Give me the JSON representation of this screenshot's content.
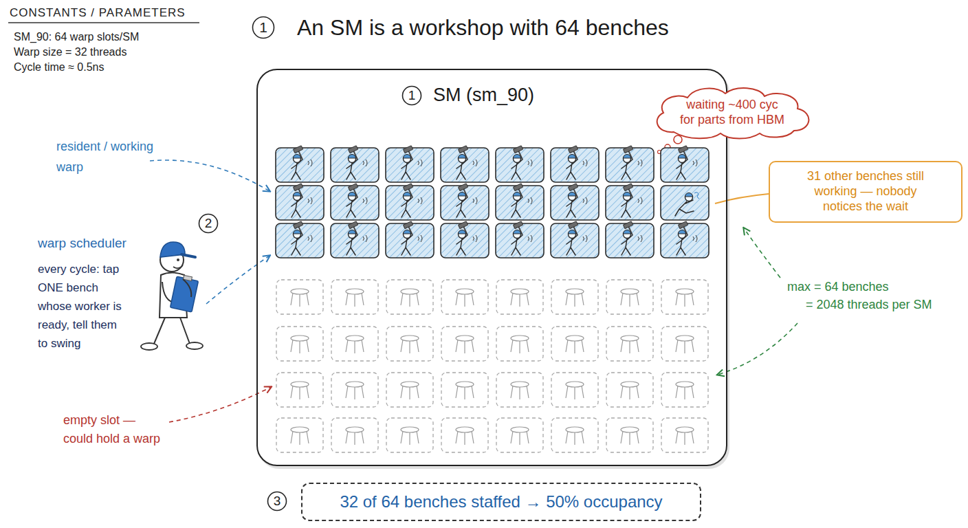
{
  "diagram": {
    "title": "An SM is a workshop with 64 benches",
    "nodes": [
      {
        "text": [
          "1"
        ]
      },
      {
        "text": [
          "SM (sm_90)"
        ]
      },
      {
        "text": [
          "1"
        ],
        "in": 1
      },
      {
        "text": [
          "waiting ~400 cyc for parts from HBM"
        ]
      },
      {
        "text": [
          "31 other benches still working — nobody notices the wait"
        ]
      },
      {
        "text": [
          "2"
        ]
      },
      {
        "text": [
          "3"
        ]
      },
      {
        "text": [
          "32 of 64 benches staffed → 50% occupancy"
        ]
      }
    ],
    "labels": [
      "CONSTANTS / PARAMETERS",
      "SM_90: 64 warp slots/SM",
      "Warp size = 32 threads",
      "Cycle time ≈ 0.5ns",
      "resident / working warp",
      "warp scheduler",
      "every cycle: tap ONE bench whose worker is ready, tell them to swing",
      "max = 64 benches",
      "= 2048 threads per SM",
      "empty slot — could hold a warp"
    ]
  }
}
